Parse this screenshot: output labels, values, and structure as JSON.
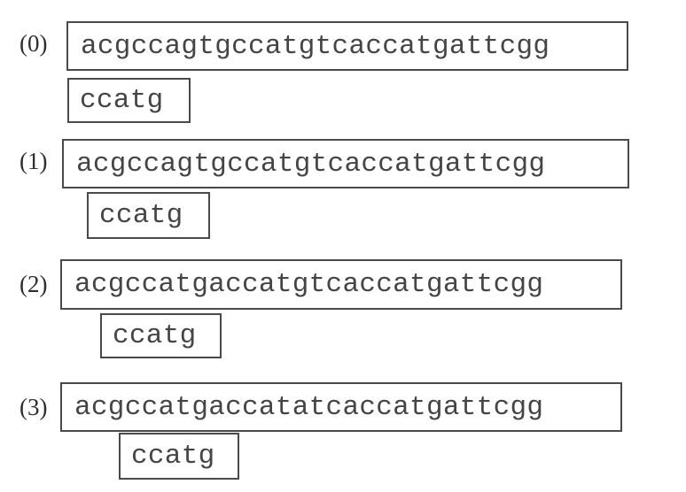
{
  "rows": [
    {
      "label": "(0)",
      "text": "acgccagtgccatgtcaccatgattcgg",
      "pattern": "ccatg"
    },
    {
      "label": "(1)",
      "text": "acgccagtgccatgtcaccatgattcgg",
      "pattern": "ccatg"
    },
    {
      "label": "(2)",
      "text": "acgccatgaccatgtcaccatgattcgg",
      "pattern": "ccatg"
    },
    {
      "label": "(3)",
      "text": "acgccatgaccatatcaccatgattcgg",
      "pattern": "ccatg"
    }
  ]
}
